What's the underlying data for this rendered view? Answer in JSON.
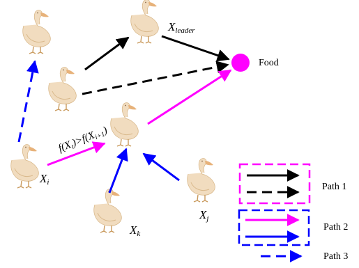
{
  "labels": {
    "x_leader": {
      "base": "X",
      "sub": "leader"
    },
    "x_i": {
      "base": "X",
      "sub": "i"
    },
    "x_k": {
      "base": "X",
      "sub": "k"
    },
    "x_j": {
      "base": "X",
      "sub": "j"
    },
    "food": "Food",
    "condition": {
      "f1": "f(X",
      "s1": "t",
      "mid": ")>f(X",
      "s2": "i+1",
      "end": ")"
    }
  },
  "legend": {
    "path1": "Path  1",
    "path2": "Path 2",
    "path3": "Path 3"
  },
  "colors": {
    "black": "#000000",
    "magenta": "#ff00ff",
    "blue": "#0000ff",
    "duck_body": "#f1dcbf",
    "duck_shade": "#d9b98c",
    "duck_beak": "#e7b27a",
    "food": "#ff00ff"
  },
  "icons": {
    "duck": "duck-icon",
    "food": "food-dot-icon"
  }
}
